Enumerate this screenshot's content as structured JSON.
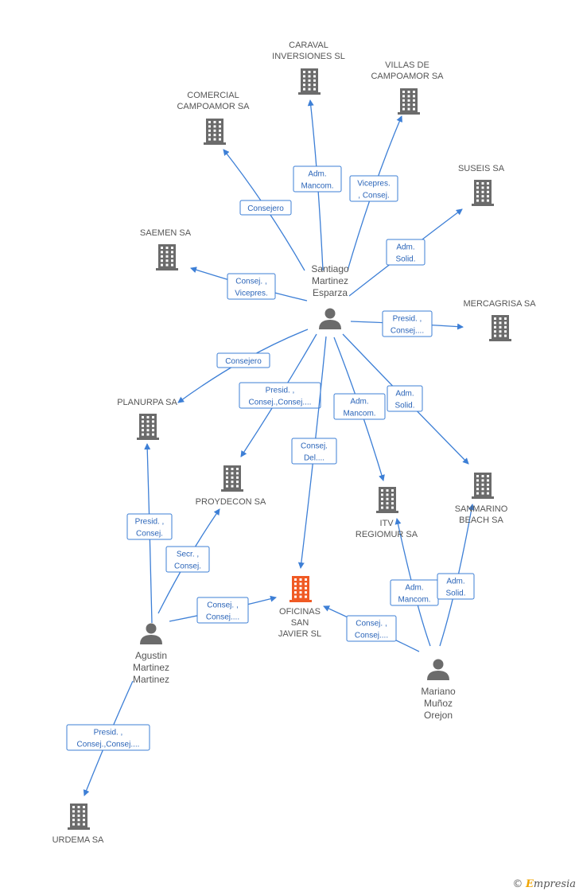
{
  "companies": [
    {
      "id": "caraval",
      "lines": [
        "CARAVAL",
        "INVERSIONES SL"
      ],
      "main": false
    },
    {
      "id": "villas",
      "lines": [
        "VILLAS DE",
        "CAMPOAMOR SA"
      ],
      "main": false
    },
    {
      "id": "comercial",
      "lines": [
        "COMERCIAL",
        "CAMPOAMOR SA"
      ],
      "main": false
    },
    {
      "id": "suseis",
      "lines": [
        "SUSEIS SA"
      ],
      "main": false
    },
    {
      "id": "saemen",
      "lines": [
        "SAEMEN SA"
      ],
      "main": false
    },
    {
      "id": "mercagrisa",
      "lines": [
        "MERCAGRISA SA"
      ],
      "main": false
    },
    {
      "id": "planurpa",
      "lines": [
        "PLANURPA SA"
      ],
      "main": false
    },
    {
      "id": "proydecon",
      "lines": [
        "PROYDECON SA"
      ],
      "main": false
    },
    {
      "id": "itv",
      "lines": [
        "ITV",
        "REGIOMUR SA"
      ],
      "main": false
    },
    {
      "id": "sanmarino",
      "lines": [
        "SANMARINO",
        "BEACH SA"
      ],
      "main": false
    },
    {
      "id": "oficinas",
      "lines": [
        "OFICINAS",
        "SAN",
        "JAVIER SL"
      ],
      "main": true
    },
    {
      "id": "urdema",
      "lines": [
        "URDEMA SA"
      ],
      "main": false
    }
  ],
  "people": [
    {
      "id": "santiago",
      "lines": [
        "Santiago",
        "Martinez",
        "Esparza"
      ]
    },
    {
      "id": "agustin",
      "lines": [
        "Agustin",
        "Martinez",
        "Martinez"
      ]
    },
    {
      "id": "mariano",
      "lines": [
        "Mariano",
        "Muñoz",
        "Orejon"
      ]
    }
  ],
  "edges": [
    {
      "from": "santiago",
      "to": "caraval",
      "lines": [
        "Adm.",
        "Mancom."
      ]
    },
    {
      "from": "santiago",
      "to": "villas",
      "lines": [
        "Vicepres.",
        ", Consej."
      ]
    },
    {
      "from": "santiago",
      "to": "comercial",
      "lines": [
        "Consejero"
      ]
    },
    {
      "from": "santiago",
      "to": "suseis",
      "lines": [
        "Adm.",
        "Solid."
      ]
    },
    {
      "from": "santiago",
      "to": "saemen",
      "lines": [
        "Consej. ,",
        "Vicepres."
      ]
    },
    {
      "from": "santiago",
      "to": "mercagrisa",
      "lines": [
        "Presid. ,",
        "Consej...."
      ]
    },
    {
      "from": "santiago",
      "to": "planurpa",
      "lines": [
        "Consejero"
      ]
    },
    {
      "from": "santiago",
      "to": "proydecon",
      "lines": [
        "Presid. ,",
        "Consej.,Consej...."
      ]
    },
    {
      "from": "santiago",
      "to": "oficinas",
      "lines": [
        "Consej.",
        "Del...."
      ]
    },
    {
      "from": "santiago",
      "to": "itv",
      "lines": [
        "Adm.",
        "Mancom."
      ]
    },
    {
      "from": "santiago",
      "to": "sanmarino",
      "lines": [
        "Adm.",
        "Solid."
      ]
    },
    {
      "from": "agustin",
      "to": "planurpa",
      "lines": [
        "Presid. ,",
        "Consej."
      ]
    },
    {
      "from": "agustin",
      "to": "proydecon",
      "lines": [
        "Secr. ,",
        "Consej."
      ]
    },
    {
      "from": "agustin",
      "to": "oficinas",
      "lines": [
        "Consej. ,",
        "Consej...."
      ]
    },
    {
      "from": "agustin",
      "to": "urdema",
      "lines": [
        "Presid. ,",
        "Consej.,Consej...."
      ]
    },
    {
      "from": "mariano",
      "to": "oficinas",
      "lines": [
        "Consej. ,",
        "Consej...."
      ]
    },
    {
      "from": "mariano",
      "to": "itv",
      "lines": [
        "Adm.",
        "Mancom."
      ]
    },
    {
      "from": "mariano",
      "to": "sanmarino",
      "lines": [
        "Adm.",
        "Solid."
      ]
    }
  ],
  "colors": {
    "edge": "#3d7fd6",
    "building": "#6b6b6b",
    "main_building": "#f05a24",
    "label": "#555555"
  },
  "footer": {
    "copyright": "©",
    "brand_initial": "E",
    "brand_rest": "mpresia"
  }
}
